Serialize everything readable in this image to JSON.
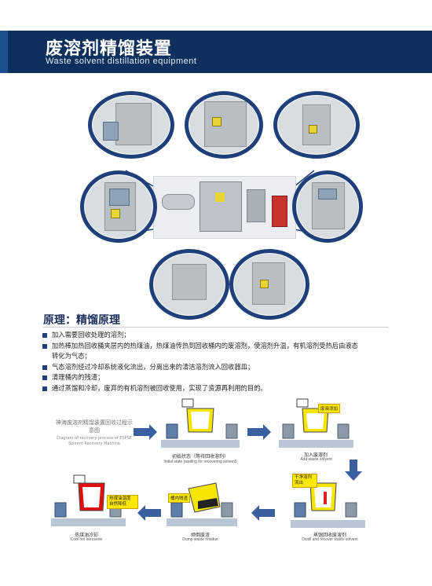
{
  "header": {
    "title_cn": "废溶剂精馏装置",
    "title_en": "Waste solvent distillation equipment"
  },
  "principle": {
    "heading": "原理：精馏原理",
    "items": [
      "加入需要回收处理的溶剂；",
      "加热棒加热回收桶夹层内的热煤油，热煤油传热到回收桶内的废溶剂，使溶剂升温，有机溶剂受热后由液态",
      "转化为气态；",
      "气态溶剂经过冷却系统液化流出，分离出来的清洁溶剂流入回收器皿；",
      "清理桶内的残渣；",
      "通过蒸馏和冷却，废弃的有机溶剂被回收使用，实现了资源再利用的目的。"
    ]
  },
  "diagram": {
    "title_cn": "神海废溶剂精馏装置回收过程示意图",
    "title_en": "Diagram of recovery process of ESPSE Solvent Recovery Machine",
    "stages": [
      {
        "cn": "初始状态（等待回收溶剂）",
        "en": "Initial state (waiting for recovering solvent)"
      },
      {
        "cn": "加入废溶剂",
        "en": "Add waste solvent",
        "tag": "废液添加"
      },
      {
        "cn": "蒸馏回收废溶剂",
        "en": "Distill and recover waste solvent",
        "tag": "干净溶剂流出"
      },
      {
        "cn": "倾倒废渣",
        "en": "Dump waste residue",
        "tag": "桶内残渣"
      },
      {
        "cn": "热煤油冷却",
        "en": "Cool hot kerosene",
        "tag": "热煤油温度 自然降低"
      }
    ]
  },
  "colors": {
    "banner": "#0f2f5c",
    "circle_border": "#1f3f7a",
    "accent_yellow": "#ffe800",
    "arrow_blue": "#3a5fa0"
  }
}
